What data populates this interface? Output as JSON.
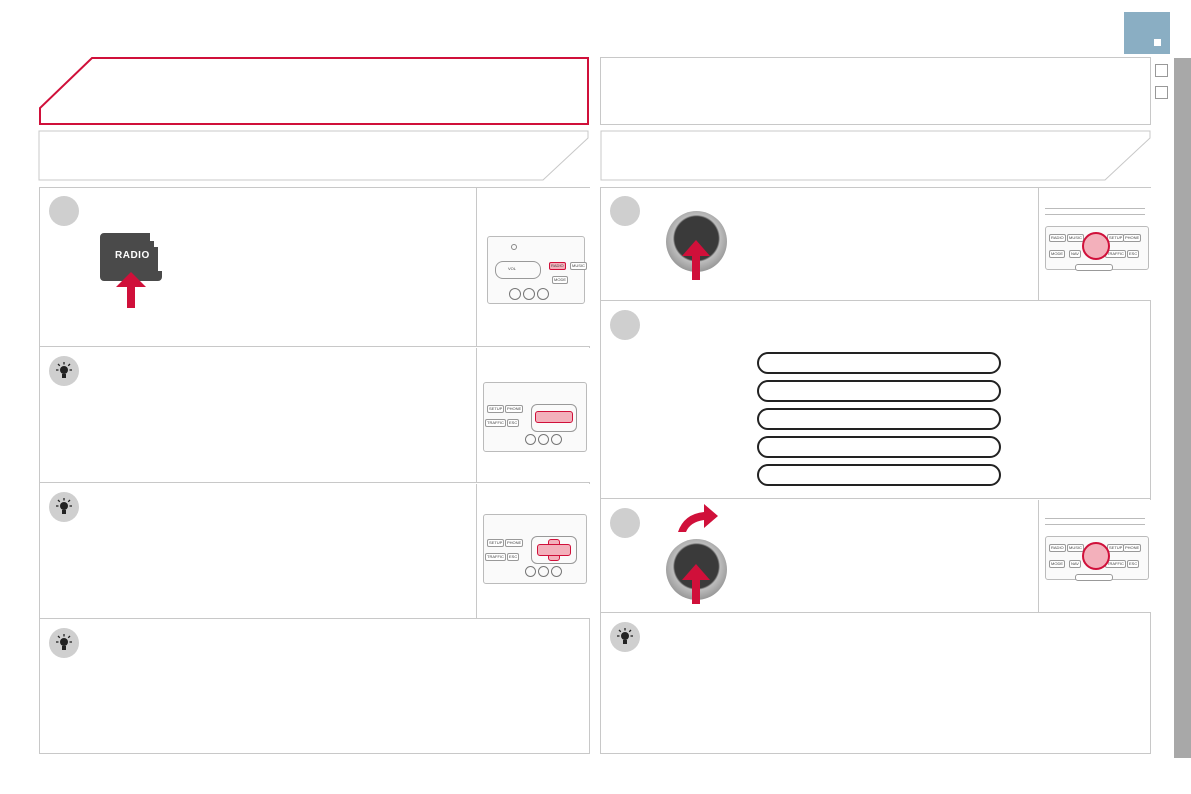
{
  "page": {
    "chapter_tab": "",
    "card_label": "RADIO",
    "thumb_labels": {
      "vol": "VOL",
      "radio": "RADIO",
      "music": "MUSIC",
      "setup": "SETUP",
      "phone": "PHONE",
      "traffic": "TRAFFIC",
      "nav": "NAV",
      "mode": "MODE",
      "trafic": "TRAFFIC",
      "esc": "ESC"
    }
  },
  "colors": {
    "accent_red": "#d0103a",
    "tab_blue": "#8aaec3",
    "frame_gray": "#c8c8c8",
    "sidebar_gray": "#a8a8a8"
  },
  "icons": [
    "radio-card-icon",
    "up-arrow-icon",
    "lightbulb-tip-icon",
    "rotary-knob-icon",
    "curved-arrow-icon"
  ]
}
